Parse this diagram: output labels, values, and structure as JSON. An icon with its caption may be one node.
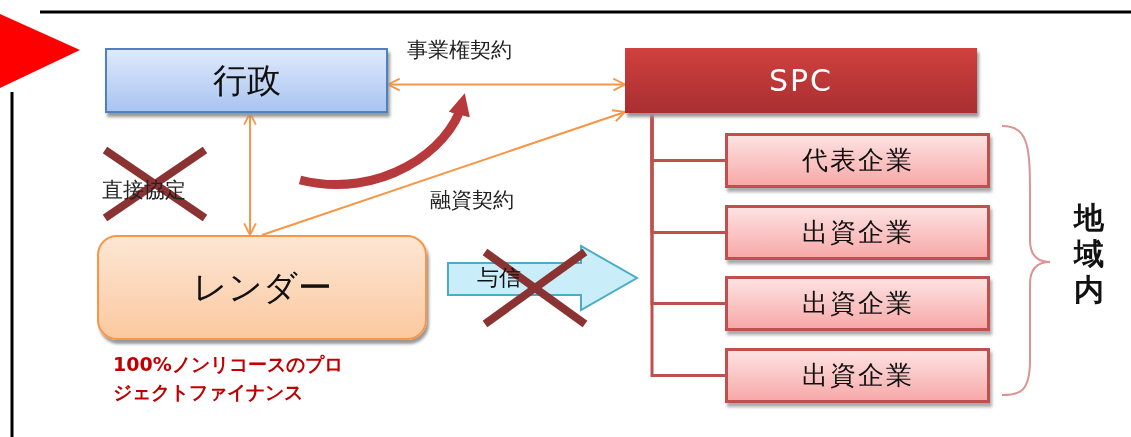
{
  "diagram": {
    "nodes": [
      {
        "text": [
          "行政"
        ]
      },
      {
        "text": [
          "SPC"
        ]
      },
      {
        "text": [
          "代表企業"
        ]
      },
      {
        "text": [
          "出資企業"
        ]
      },
      {
        "text": [
          "出資企業"
        ]
      },
      {
        "text": [
          "出資企業"
        ]
      },
      {
        "text": [
          "レンダー"
        ],
        "beside": [
          "100%ノンリコースのプロジェクトファイナンス"
        ]
      },
      {
        "text": [
          "与信"
        ]
      }
    ],
    "edges": [
      {
        "from": 0,
        "to": 1,
        "arrow": "both",
        "label": "事業権契約"
      },
      {
        "from": 0,
        "to": 6,
        "arrow": "both",
        "label": "直接協定"
      },
      {
        "from": 6,
        "to": 1,
        "arrow": "to",
        "label": "融資契約"
      },
      {
        "from": 1,
        "to": 2,
        "arrow": "none"
      },
      {
        "from": 1,
        "to": 3,
        "arrow": "none"
      },
      {
        "from": 1,
        "to": 4,
        "arrow": "none"
      },
      {
        "from": 1,
        "to": 5,
        "arrow": "none"
      }
    ],
    "labels": [
      "地域内"
    ]
  }
}
